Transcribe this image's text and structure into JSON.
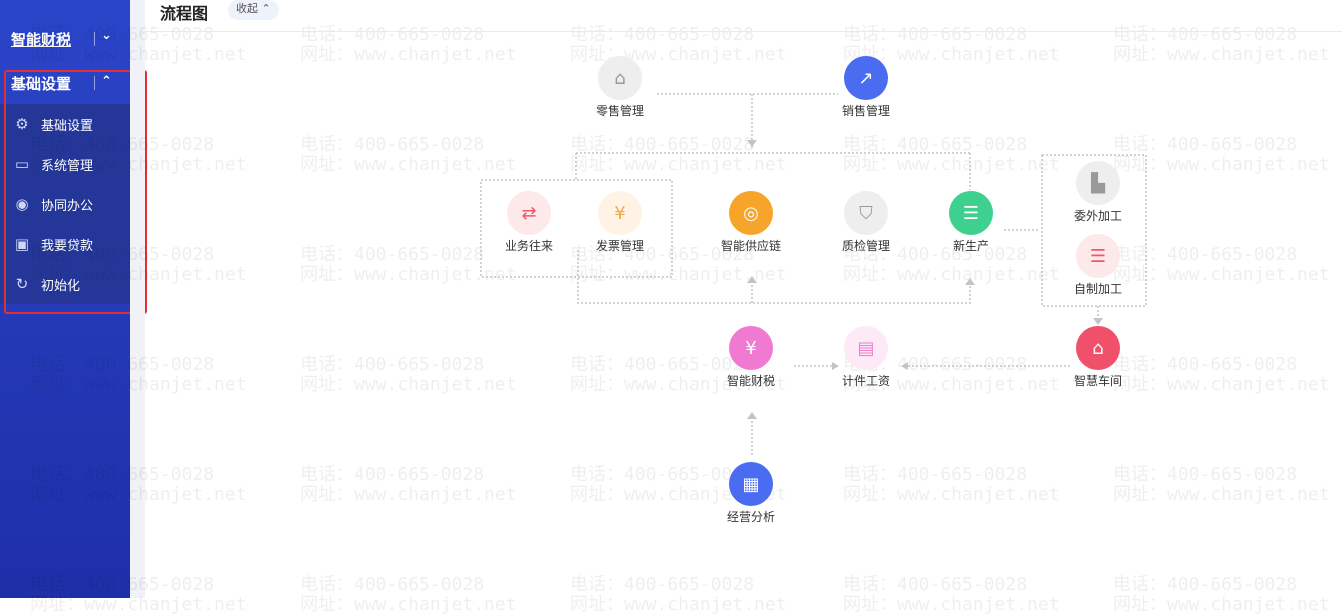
{
  "sidebar": {
    "groups": [
      {
        "label": "智能财税"
      },
      {
        "label": "基础设置"
      }
    ],
    "items": [
      {
        "label": "基础设置",
        "icon": "settings-icon"
      },
      {
        "label": "系统管理",
        "icon": "monitor-code-icon"
      },
      {
        "label": "协同办公",
        "icon": "collab-icon"
      },
      {
        "label": "我要贷款",
        "icon": "money-icon"
      },
      {
        "label": "初始化",
        "icon": "reset-icon"
      }
    ]
  },
  "header": {
    "title": "流程图",
    "collapse": "收起"
  },
  "watermark": {
    "phone": "电话：400-665-0028",
    "site": "网址：www.chanjet.net"
  },
  "nodes": {
    "retail": "零售管理",
    "sales": "销售管理",
    "business": "业务往来",
    "invoice": "发票管理",
    "supply": "智能供应链",
    "quality": "质检管理",
    "production": "新生产",
    "outsource": "委外加工",
    "selfmade": "自制加工",
    "tax": "智能财税",
    "piecewage": "计件工资",
    "workshop": "智慧车间",
    "analysis": "经营分析"
  },
  "colors": {
    "sidebar": "#2b45c9",
    "sales": "#4a6cf0",
    "supply": "#f7a42b",
    "production": "#3dd08e",
    "tax": "#f07ad2",
    "workshop": "#f0506a",
    "analysis": "#4a6cf0"
  }
}
